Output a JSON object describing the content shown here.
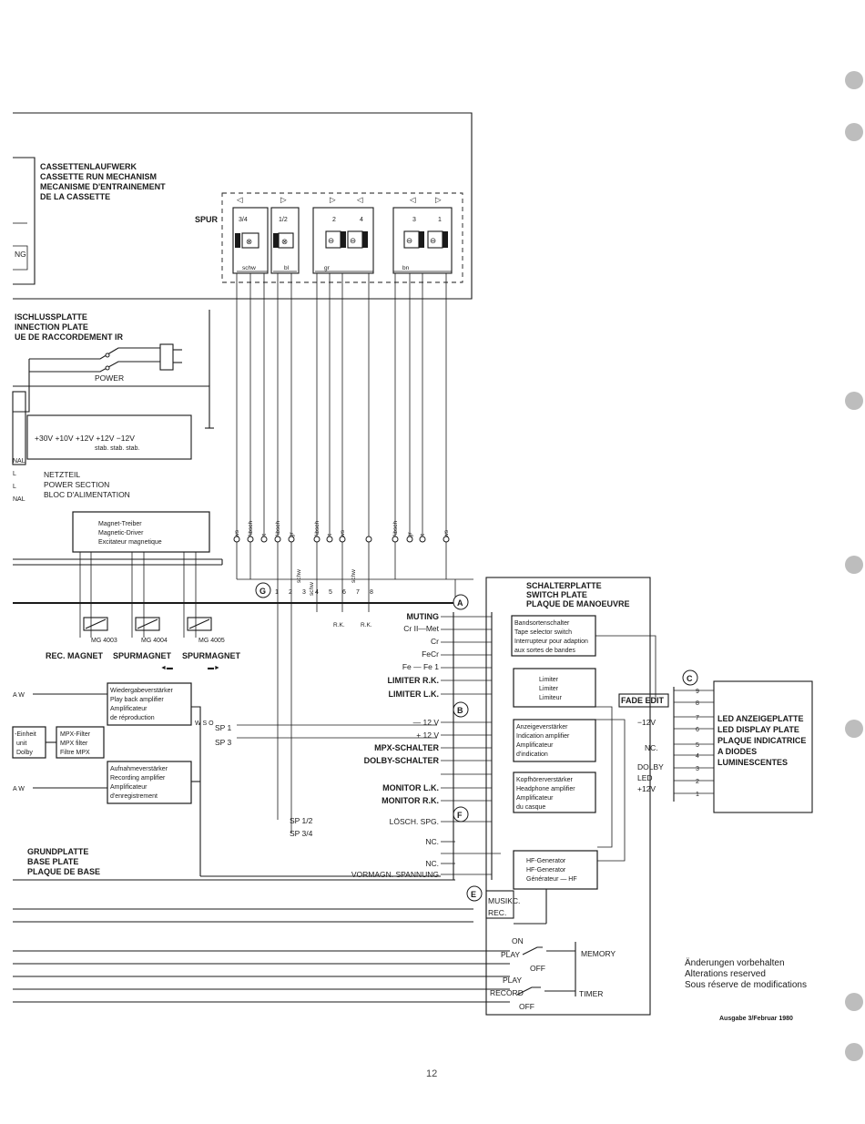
{
  "cassette": {
    "title_de": "CASSETTENLAUFWERK",
    "title_en": "CASSETTE RUN MECHANISM",
    "title_fr1": "MECANISME D'ENTRAINEMENT",
    "title_fr2": "DE LA CASSETTE",
    "spur_label": "SPUR",
    "tracks": [
      "3/4",
      "1/2",
      "2",
      "4",
      "3",
      "1"
    ],
    "wire_labels": [
      "schw",
      "bl",
      "gr",
      "bn"
    ],
    "left_label": "NG"
  },
  "connection": {
    "line1": "ISCHLUSSPLATTE",
    "line2": "INNECTION PLATE",
    "line3": "UE DE RACCORDEMENT IR",
    "power": "POWER"
  },
  "power_section": {
    "rails": "+30V  +10V  +12V  +12V  −12V",
    "stab": "stab.   stab.   stab.",
    "line1": "NETZTEIL",
    "line2": "POWER SECTION",
    "line3": "BLOC D'ALIMENTATION",
    "nal_1": "NAL",
    "l_1": "L",
    "l_2": "L",
    "nal_2": "NAL"
  },
  "magnet_driver": {
    "line1": "Magnet-Treiber",
    "line2": "Magnetic-Driver",
    "line3": "Excitateur magnetique"
  },
  "vertical_wires": [
    "ws",
    "Absch",
    "rt",
    "Absch",
    "gr",
    "Absch",
    "rt",
    "ws",
    "Absch",
    "gr",
    "rt",
    "ws"
  ],
  "schw_labels": [
    "schw",
    "schw",
    "schw"
  ],
  "connectors": {
    "G": "G",
    "A": "A",
    "B": "B",
    "C": "C",
    "E": "E",
    "F": "F",
    "g_pins": [
      "1",
      "2",
      "3",
      "4",
      "5",
      "6",
      "7",
      "8"
    ],
    "rk1": "R.K.",
    "rk2": "R.K."
  },
  "magnets": {
    "mg1": "MG 4003",
    "mg2": "MG 4004",
    "mg3": "MG 4005",
    "rec": "REC. MAGNET",
    "spur1": "SPURMAGNET",
    "spur2": "SPURMAGNET"
  },
  "playback": {
    "line1": "Wiedergabeverstärker",
    "line2": "Play back amplifier",
    "line3": "Amplificateur",
    "line4": "de réproduction"
  },
  "recording": {
    "line1": "Aufnahmeverstärker",
    "line2": "Recording amplifier",
    "line3": "Amplificateur",
    "line4": "d'enregistrement"
  },
  "mpx": {
    "line1": "MPX-Filter",
    "line2": "MPX filter",
    "line3": "Filtre MPX",
    "einheit": "-Einheit",
    "unit": "unit",
    "dolby": "Dolby",
    "aw1": "A  W",
    "aw2": "A  W",
    "wso": "W S O",
    "sp1": "SP 1",
    "sp3": "SP 3",
    "sp12": "SP 1/2",
    "sp34": "SP 3/4"
  },
  "signals": {
    "muting": "MUTING",
    "crmet": "Cr II—Met",
    "cr": "Cr",
    "fecr": "FeCr",
    "fefe": "Fe — Fe 1",
    "lim_rk": "LIMITER R.K.",
    "lim_lk": "LIMITER L.K.",
    "m12": "— 12 V",
    "p12": "+ 12 V",
    "mpx": "MPX-SCHALTER",
    "dolby": "DOLBY-SCHALTER",
    "mon_lk": "MONITOR L.K.",
    "mon_rk": "MONITOR R.K.",
    "losch": "LÖSCH. SPG.",
    "nc1": "NC.",
    "nc2": "NC.",
    "vormagn": "VORMAGN. SPANNUNG"
  },
  "switch_plate": {
    "line1": "SCHALTERPLATTE",
    "line2": "SWITCH PLATE",
    "line3": "PLAQUE DE MANOEUVRE",
    "tape1": "Bandsortenschalter",
    "tape2": "Tape selector switch",
    "tape3": "Interrupteur pour adaption",
    "tape4": "aux sortes de bandes",
    "lim1": "Limiter",
    "lim2": "Limiter",
    "lim3": "Limiteur",
    "ind1": "Anzeigeverstärker",
    "ind2": "Indication amplifier",
    "ind3": "Amplificateur",
    "ind4": "d'indication",
    "kh1": "Kopfhörerverstärker",
    "kh2": "Headphone amplifier",
    "kh3": "Amplificateur",
    "kh4": "du casque",
    "hf1": "HF-Generator",
    "hf2": "HF-Generator",
    "hf3": "Générateur — HF",
    "musikc": "MUSIKC.",
    "rec": "REC.",
    "on": "ON",
    "play": "PLAY",
    "off": "OFF",
    "memory": "MEMORY",
    "play2": "PLAY",
    "record": "RECORD",
    "off2": "OFF",
    "timer": "TIMER"
  },
  "led": {
    "line1": "LED ANZEIGEPLATTE",
    "line2": "LED DISPLAY PLATE",
    "line3": "PLAQUE INDICATRICE",
    "line4": "A DIODES",
    "line5": "LUMINESCENTES",
    "fade": "FADE EDIT",
    "m12": "−12V",
    "nc": "NC.",
    "dolby": "DOLBY",
    "ledl": "LED",
    "p12": "+12V",
    "pins": [
      "9",
      "8",
      "7",
      "6",
      "5",
      "4",
      "3",
      "2",
      "1"
    ]
  },
  "base": {
    "line1": "GRUNDPLATTE",
    "line2": "BASE PLATE",
    "line3": "PLAQUE DE BASE"
  },
  "note": {
    "line1": "Änderungen vorbehalten",
    "line2": "Alterations reserved",
    "line3": "Sous réserve de modifications",
    "edition": "Ausgabe 3/Februar 1980"
  },
  "page_number": "12"
}
